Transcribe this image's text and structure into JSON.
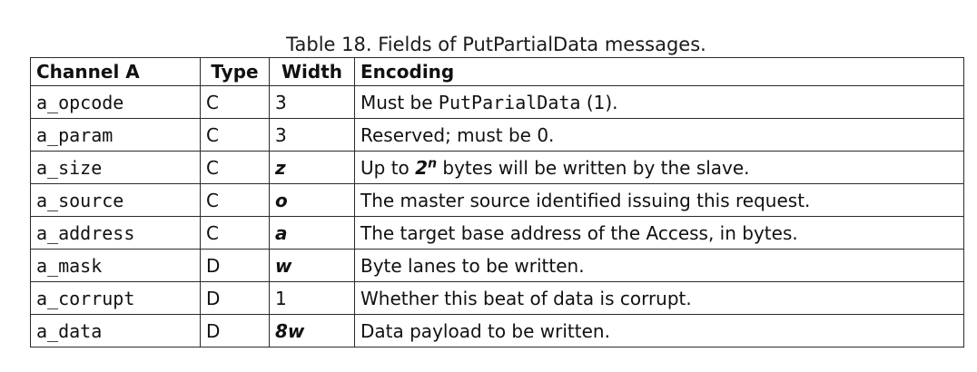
{
  "caption": "Table 18. Fields of PutPartialData messages.",
  "headers": {
    "channel": "Channel A",
    "type": "Type",
    "width": "Width",
    "encoding": "Encoding"
  },
  "rows": [
    {
      "name": "a_opcode",
      "type": "C",
      "width": "3",
      "width_italic": false,
      "encoding_pre": "Must be ",
      "encoding_code": "PutParialData",
      "encoding_post": " (1)."
    },
    {
      "name": "a_param",
      "type": "C",
      "width": "3",
      "width_italic": false,
      "encoding": "Reserved; must be 0."
    },
    {
      "name": "a_size",
      "type": "C",
      "width": "z",
      "width_italic": true,
      "encoding_pre": "Up to ",
      "encoding_base": "2",
      "encoding_exp": "n",
      "encoding_post": " bytes will be written by the slave."
    },
    {
      "name": "a_source",
      "type": "C",
      "width": "o",
      "width_italic": true,
      "encoding": "The master source identified issuing this request."
    },
    {
      "name": "a_address",
      "type": "C",
      "width": "a",
      "width_italic": true,
      "encoding": "The target base address of the Access, in bytes."
    },
    {
      "name": "a_mask",
      "type": "D",
      "width": "w",
      "width_italic": true,
      "encoding": "Byte lanes to be written."
    },
    {
      "name": "a_corrupt",
      "type": "D",
      "width": "1",
      "width_italic": false,
      "encoding": "Whether this beat of data is corrupt."
    },
    {
      "name": "a_data",
      "type": "D",
      "width": "8w",
      "width_italic": true,
      "encoding": "Data payload to be written."
    }
  ]
}
